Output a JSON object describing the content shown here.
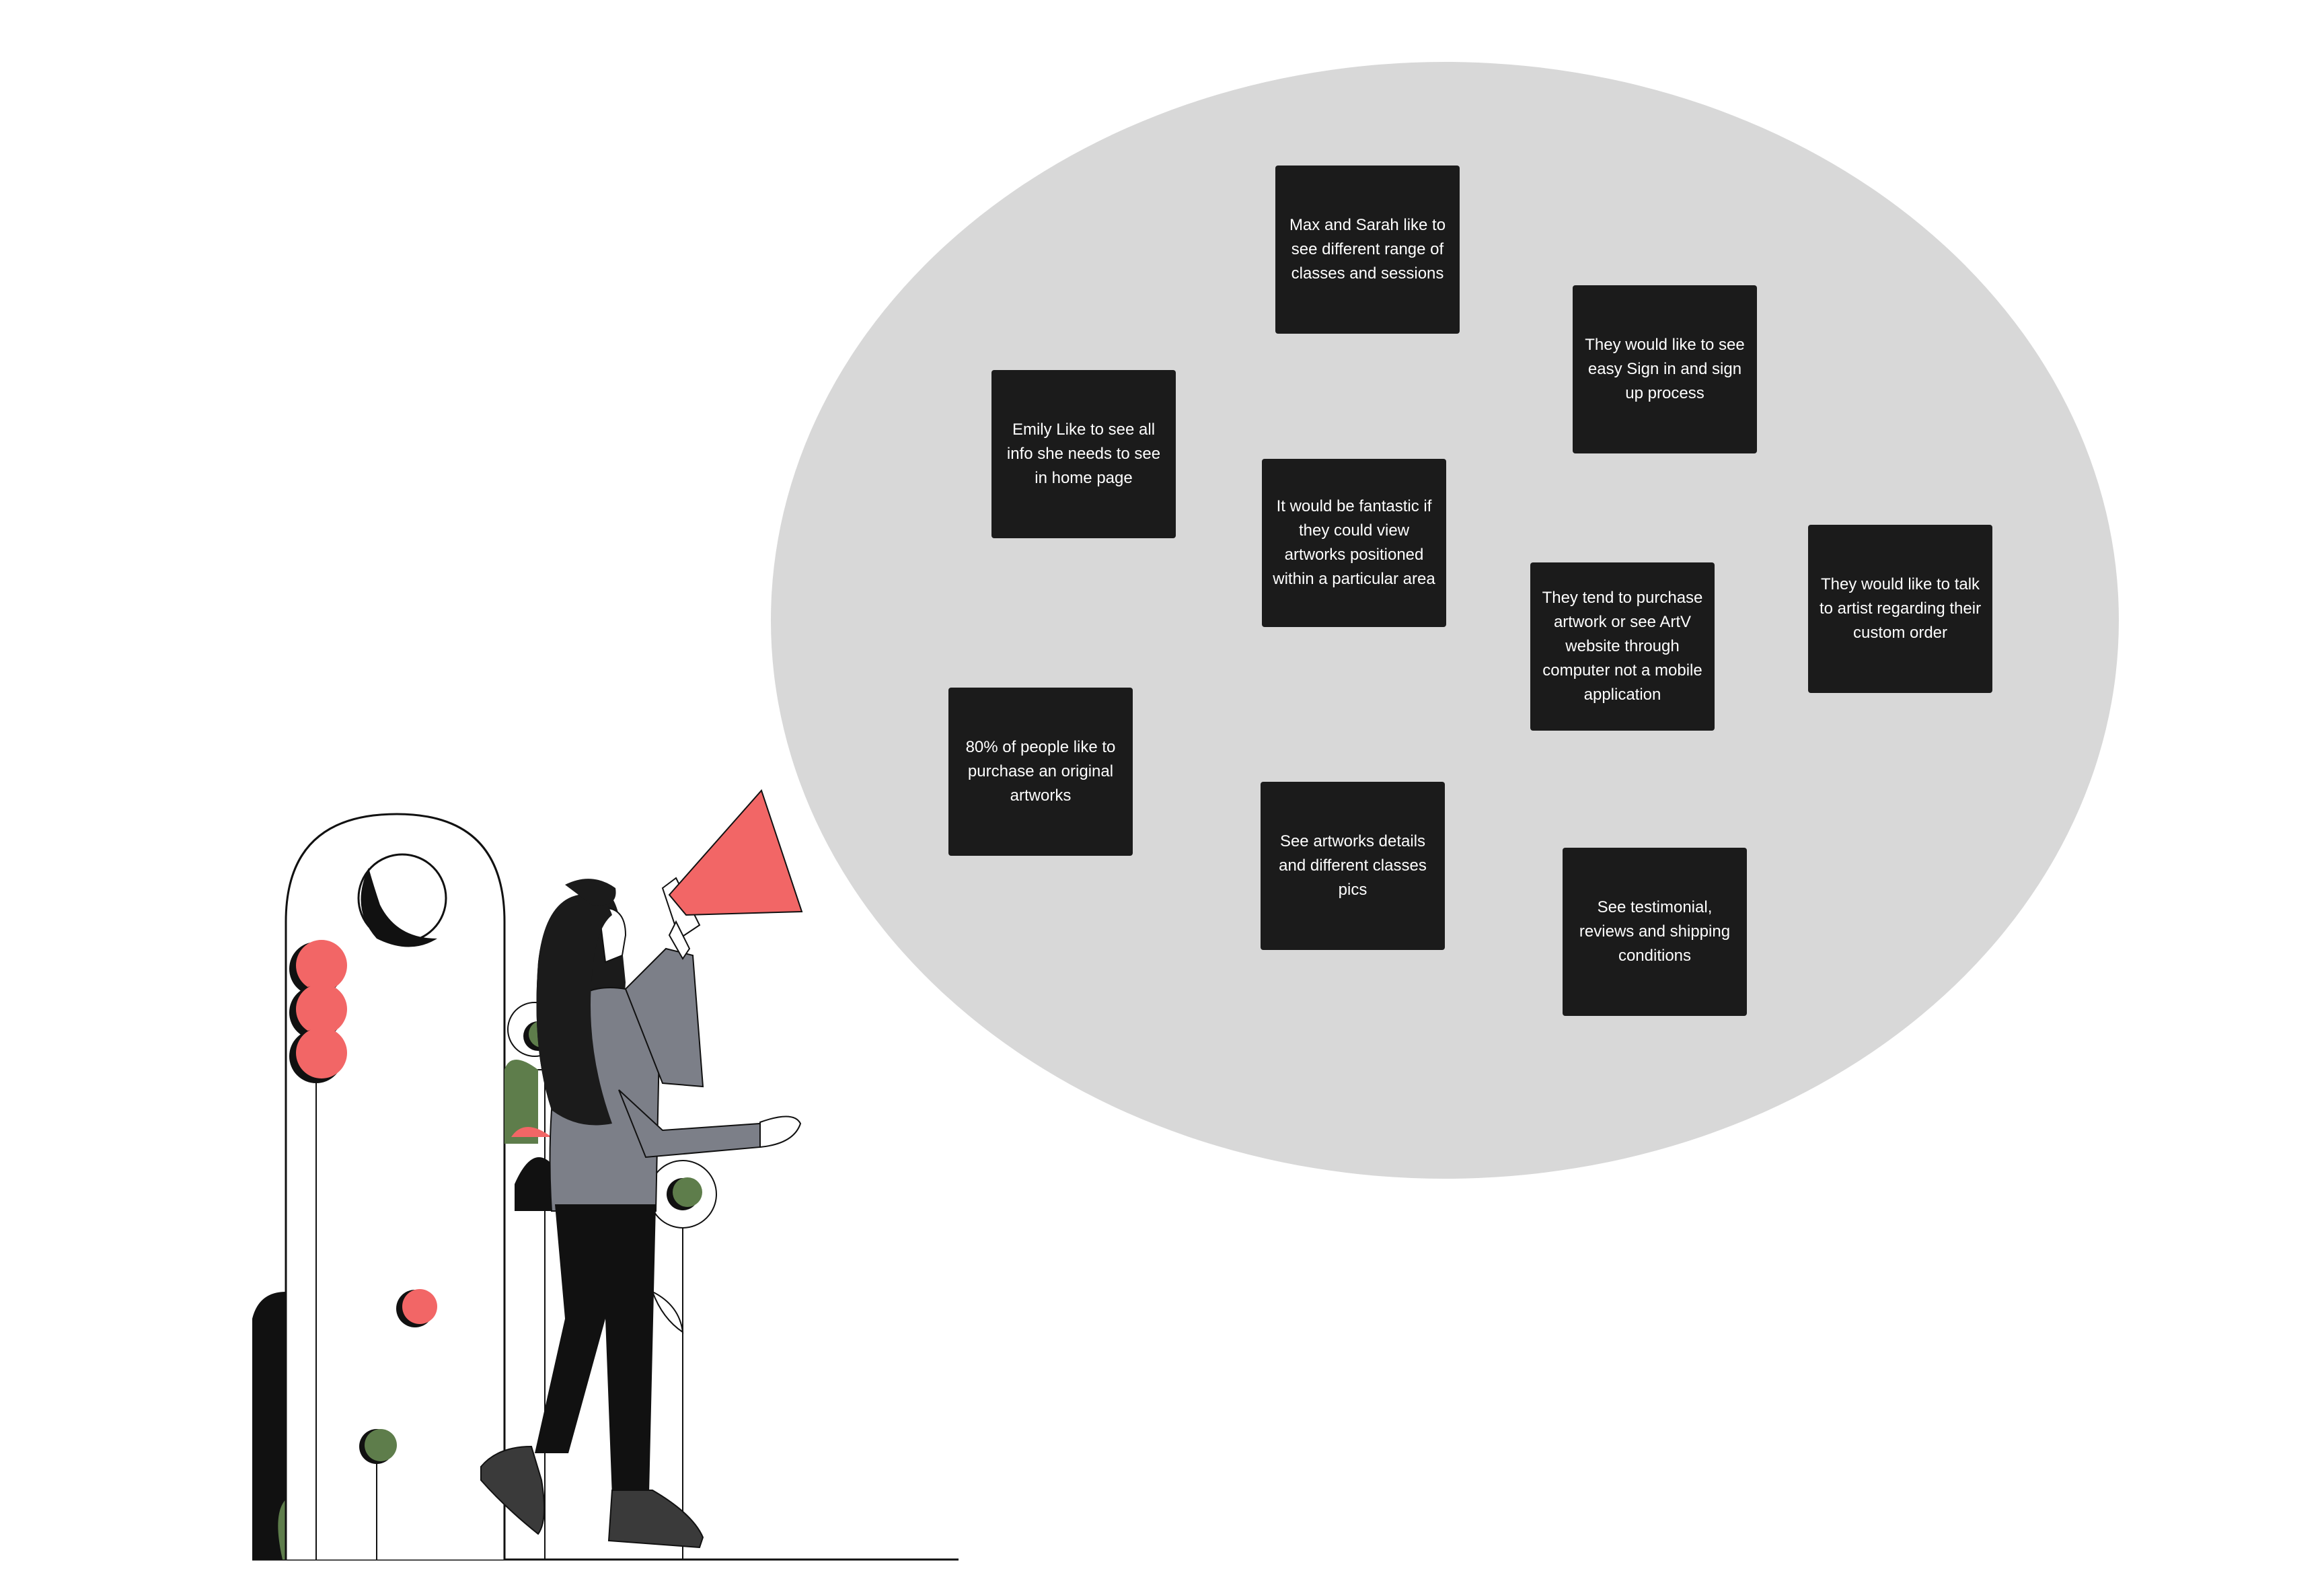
{
  "colors": {
    "bubble": "#d8d8d8",
    "note_bg": "#1b1b1b",
    "note_text": "#ffffff",
    "accent_red": "#f26666",
    "accent_green": "#5e7d4b",
    "sweater_gray": "#7c7f88",
    "ink": "#111111"
  },
  "illustration": {
    "subject": "woman-with-megaphone",
    "elements": [
      "megaphone-icon",
      "arch-plant-decoration",
      "woman-figure",
      "ground-line"
    ]
  },
  "notes": [
    {
      "id": "max-sarah",
      "text": "Max and Sarah like to see different range of classes and sessions"
    },
    {
      "id": "sign-in",
      "text": "They would like to see easy Sign in and sign up process"
    },
    {
      "id": "emily",
      "text": "Emily Like to see all info she needs to see in home page"
    },
    {
      "id": "view-artworks",
      "text": "It would be fantastic if they could view artworks positioned within a particular area"
    },
    {
      "id": "computer",
      "text": "They tend to purchase artwork or see ArtV website through computer not a mobile application"
    },
    {
      "id": "talk-artist",
      "text": "They would like to talk to artist regarding their custom order"
    },
    {
      "id": "original",
      "text": "80% of people like to purchase an original artworks"
    },
    {
      "id": "details",
      "text": "See artworks details and different classes pics"
    },
    {
      "id": "testimonial",
      "text": "See testimonial, reviews and shipping conditions"
    }
  ]
}
